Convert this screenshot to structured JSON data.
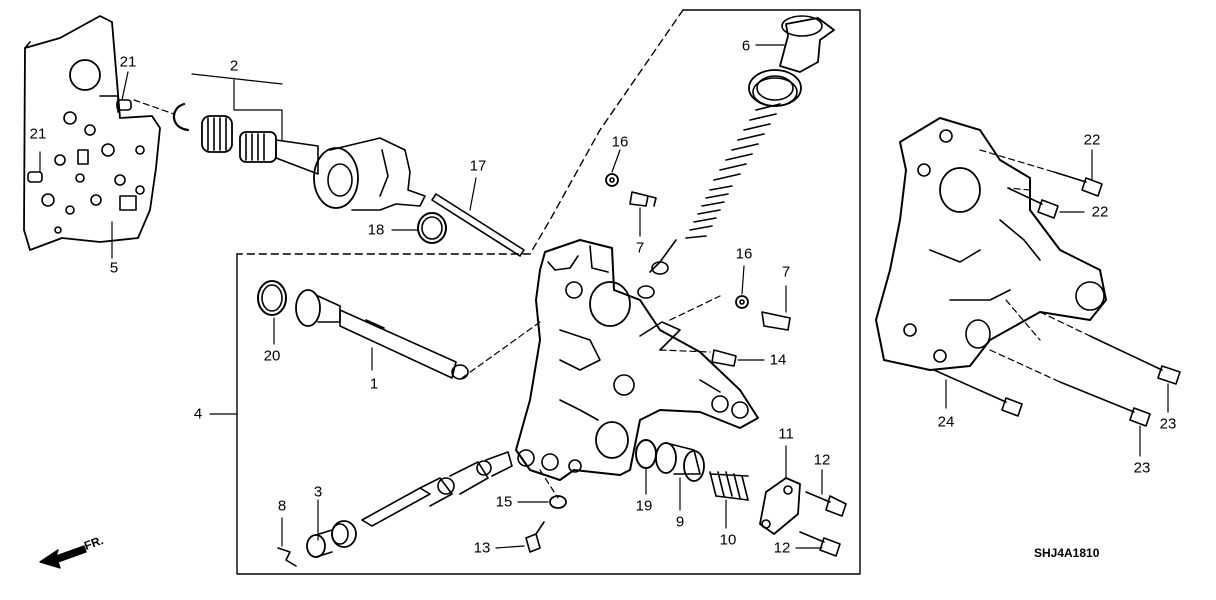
{
  "diagram": {
    "drawing_code": "SHJ4A1810",
    "direction_marker": "FR.",
    "callouts": [
      {
        "id": "c21a",
        "text": "21"
      },
      {
        "id": "c21b",
        "text": "21"
      },
      {
        "id": "c2",
        "text": "2"
      },
      {
        "id": "c5",
        "text": "5"
      },
      {
        "id": "c6",
        "text": "6"
      },
      {
        "id": "c16a",
        "text": "16"
      },
      {
        "id": "c17",
        "text": "17"
      },
      {
        "id": "c18",
        "text": "18"
      },
      {
        "id": "c7a",
        "text": "7"
      },
      {
        "id": "c16b",
        "text": "16"
      },
      {
        "id": "c7b",
        "text": "7"
      },
      {
        "id": "c20",
        "text": "20"
      },
      {
        "id": "c1",
        "text": "1"
      },
      {
        "id": "c14",
        "text": "14"
      },
      {
        "id": "c4",
        "text": "4"
      },
      {
        "id": "c11",
        "text": "11"
      },
      {
        "id": "c12a",
        "text": "12"
      },
      {
        "id": "c15",
        "text": "15"
      },
      {
        "id": "c19",
        "text": "19"
      },
      {
        "id": "c9",
        "text": "9"
      },
      {
        "id": "c10",
        "text": "10"
      },
      {
        "id": "c8",
        "text": "8"
      },
      {
        "id": "c3",
        "text": "3"
      },
      {
        "id": "c13",
        "text": "13"
      },
      {
        "id": "c12b",
        "text": "12"
      },
      {
        "id": "c22a",
        "text": "22"
      },
      {
        "id": "c22b",
        "text": "22"
      },
      {
        "id": "c24",
        "text": "24"
      },
      {
        "id": "c23a",
        "text": "23"
      },
      {
        "id": "c23b",
        "text": "23"
      }
    ]
  }
}
